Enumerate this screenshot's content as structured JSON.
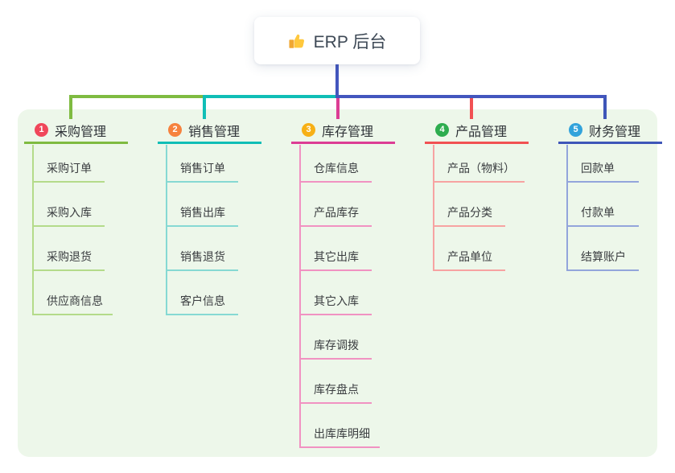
{
  "root": {
    "title": "ERP 后台",
    "icon": "thumbs-up-icon",
    "line_color": "#4356be"
  },
  "panel": {
    "background_color": "#edf7ea"
  },
  "branches": [
    {
      "num": "1",
      "label": "采购管理",
      "badge_color": "#f0475a",
      "line_color": "#7fbb41",
      "child_line_color": "#b4db8a",
      "children": [
        "采购订单",
        "采购入库",
        "采购退货",
        "供应商信息"
      ]
    },
    {
      "num": "2",
      "label": "销售管理",
      "badge_color": "#f6823e",
      "line_color": "#10beb6",
      "child_line_color": "#86d9d3",
      "children": [
        "销售订单",
        "销售出库",
        "销售退货",
        "客户信息"
      ]
    },
    {
      "num": "3",
      "label": "库存管理",
      "badge_color": "#f7b016",
      "line_color": "#dc3d94",
      "child_line_color": "#f192c2",
      "children": [
        "仓库信息",
        "产品库存",
        "其它出库",
        "其它入库",
        "库存调拨",
        "库存盘点",
        "出库库明细"
      ]
    },
    {
      "num": "4",
      "label": "产品管理",
      "badge_color": "#2ead4f",
      "line_color": "#f15153",
      "child_line_color": "#f7a3a2",
      "children": [
        "产品（物料）",
        "产品分类",
        "产品单位"
      ]
    },
    {
      "num": "5",
      "label": "财务管理",
      "badge_color": "#32a3db",
      "line_color": "#3e56b8",
      "child_line_color": "#93a5db",
      "children": [
        "回款单",
        "付款单",
        "结算账户"
      ]
    }
  ]
}
